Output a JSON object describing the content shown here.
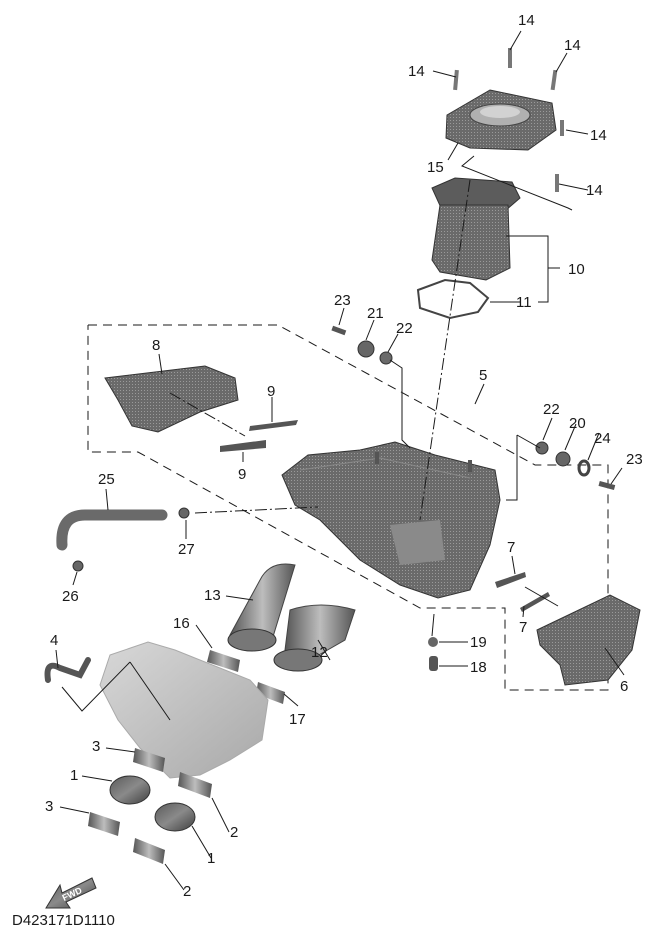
{
  "diagram": {
    "title_code": "D423171D1110",
    "fwd_label": "FWD",
    "colors": {
      "part_dark": "#4a4a4a",
      "part_mid": "#7a7a7a",
      "part_light": "#b5b5b5",
      "manifold": "#cfcfcf",
      "line": "#1a1a1a"
    },
    "callouts": [
      {
        "id": "c14a",
        "label": "14"
      },
      {
        "id": "c14b",
        "label": "14"
      },
      {
        "id": "c14c",
        "label": "14"
      },
      {
        "id": "c14d",
        "label": "14"
      },
      {
        "id": "c14e",
        "label": "14"
      },
      {
        "id": "c15",
        "label": "15"
      },
      {
        "id": "c10",
        "label": "10"
      },
      {
        "id": "c11",
        "label": "11"
      },
      {
        "id": "c23a",
        "label": "23"
      },
      {
        "id": "c21",
        "label": "21"
      },
      {
        "id": "c22a",
        "label": "22"
      },
      {
        "id": "c8",
        "label": "8"
      },
      {
        "id": "c9a",
        "label": "9"
      },
      {
        "id": "c9b",
        "label": "9"
      },
      {
        "id": "c5",
        "label": "5"
      },
      {
        "id": "c22b",
        "label": "22"
      },
      {
        "id": "c20",
        "label": "20"
      },
      {
        "id": "c24",
        "label": "24"
      },
      {
        "id": "c23b",
        "label": "23"
      },
      {
        "id": "c25",
        "label": "25"
      },
      {
        "id": "c27",
        "label": "27"
      },
      {
        "id": "c26",
        "label": "26"
      },
      {
        "id": "c7a",
        "label": "7"
      },
      {
        "id": "c7b",
        "label": "7"
      },
      {
        "id": "c13",
        "label": "13"
      },
      {
        "id": "c12",
        "label": "12"
      },
      {
        "id": "c16",
        "label": "16"
      },
      {
        "id": "c17",
        "label": "17"
      },
      {
        "id": "c19",
        "label": "19"
      },
      {
        "id": "c18",
        "label": "18"
      },
      {
        "id": "c6",
        "label": "6"
      },
      {
        "id": "c4",
        "label": "4"
      },
      {
        "id": "c3a",
        "label": "3"
      },
      {
        "id": "c1a",
        "label": "1"
      },
      {
        "id": "c3b",
        "label": "3"
      },
      {
        "id": "c2a",
        "label": "2"
      },
      {
        "id": "c1b",
        "label": "1"
      },
      {
        "id": "c2b",
        "label": "2"
      }
    ]
  }
}
